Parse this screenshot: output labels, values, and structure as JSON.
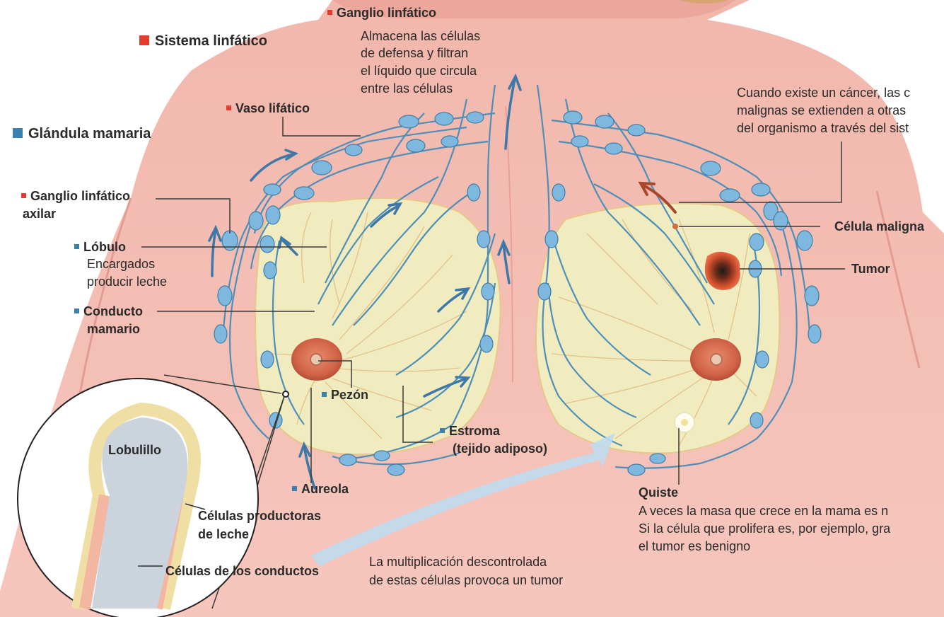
{
  "colors": {
    "skin": "#f4bdb3",
    "skin_dark": "#e69a91",
    "gland": "#f1ecc0",
    "vessel": "#4d8fb8",
    "node": "#7fb8de",
    "legend_red": "#e53b2c",
    "legend_blue": "#3c7fb1",
    "malignant_arrow": "#a9472d",
    "tumor": "#d6522f"
  },
  "legend": {
    "lymphatic_system": "Sistema linfático",
    "mammary_gland": "Glándula mamaria"
  },
  "labels": {
    "lymph_node": "Ganglio linfático",
    "lymph_node_desc": [
      "Almacena las células",
      "de defensa y filtran",
      "el líquido que circula",
      "entre las células"
    ],
    "lymph_vessel": "Vaso lifático",
    "axillary_node": [
      "Ganglio linfático",
      "axilar"
    ],
    "lobule": "Lóbulo",
    "lobule_desc": [
      "Encargados",
      "producir leche"
    ],
    "duct": [
      "Conducto",
      "mamario"
    ],
    "nipple": "Pezón",
    "stroma": [
      "Estroma",
      "(tejido adiposo)"
    ],
    "areola": "Aureola",
    "lobulillo": "Lobulillo",
    "milk_cells": [
      "Células productoras",
      "de leche"
    ],
    "duct_cells": "Células de los conductos",
    "multiplication": [
      "La multiplicación descontrolada",
      "de estas células provoca un tumor"
    ],
    "cancer_text": [
      "Cuando existe un cáncer, las c",
      "malignas se extienden a otras",
      "del organismo a través del sist"
    ],
    "malignant_cell": "Célula maligna",
    "tumor": "Tumor",
    "cyst": "Quiste",
    "cyst_desc": [
      "A veces la masa que crece en la mama es n",
      "Si la célula que prolifera es, por ejemplo, gra",
      "el tumor es benigno"
    ]
  }
}
